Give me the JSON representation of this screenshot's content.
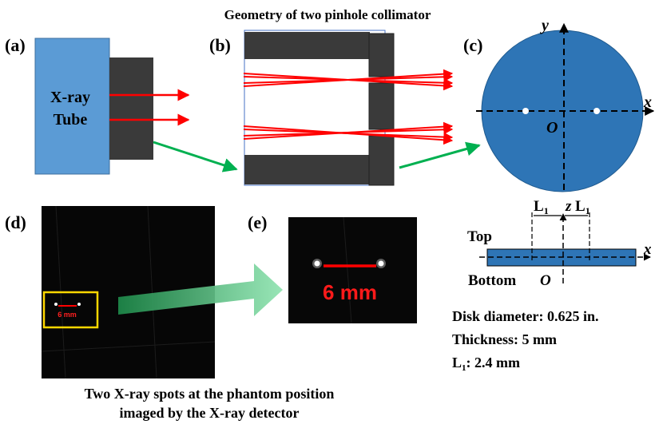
{
  "title": "Geometry of two pinhole collimator",
  "panels": {
    "a": {
      "label": "(a)",
      "tube_line1": "X-ray",
      "tube_line2": "Tube"
    },
    "b": {
      "label": "(b)"
    },
    "c": {
      "label": "(c)",
      "axis_y": "y",
      "axis_x": "x",
      "origin": "O"
    },
    "d": {
      "label": "(d)",
      "scale_text": "6 mm"
    },
    "e": {
      "label": "(e)",
      "scale_text": "6 mm"
    },
    "side_view": {
      "l1_left": "L",
      "l1_right": "L",
      "sub": "1",
      "z_label": "z",
      "top_label": "Top",
      "bottom_label": "Bottom",
      "origin": "O",
      "axis_x": "x"
    }
  },
  "specs": {
    "diameter": "Disk diameter: 0.625 in.",
    "thickness": "Thickness: 5 mm",
    "l1_prefix": "L",
    "l1_sub": "1",
    "l1_value": ": 2.4 mm"
  },
  "caption": {
    "line1": "Two X-ray spots at the phantom position",
    "line2": "imaged by the X-ray detector"
  },
  "colors": {
    "tube_blue": "#5b9bd5",
    "disk_blue": "#2e75b6",
    "dark_gray": "#3a3a3a",
    "ray_red": "#ff0000",
    "arrow_green": "#00b050",
    "highlight_yellow": "#ffd700"
  }
}
